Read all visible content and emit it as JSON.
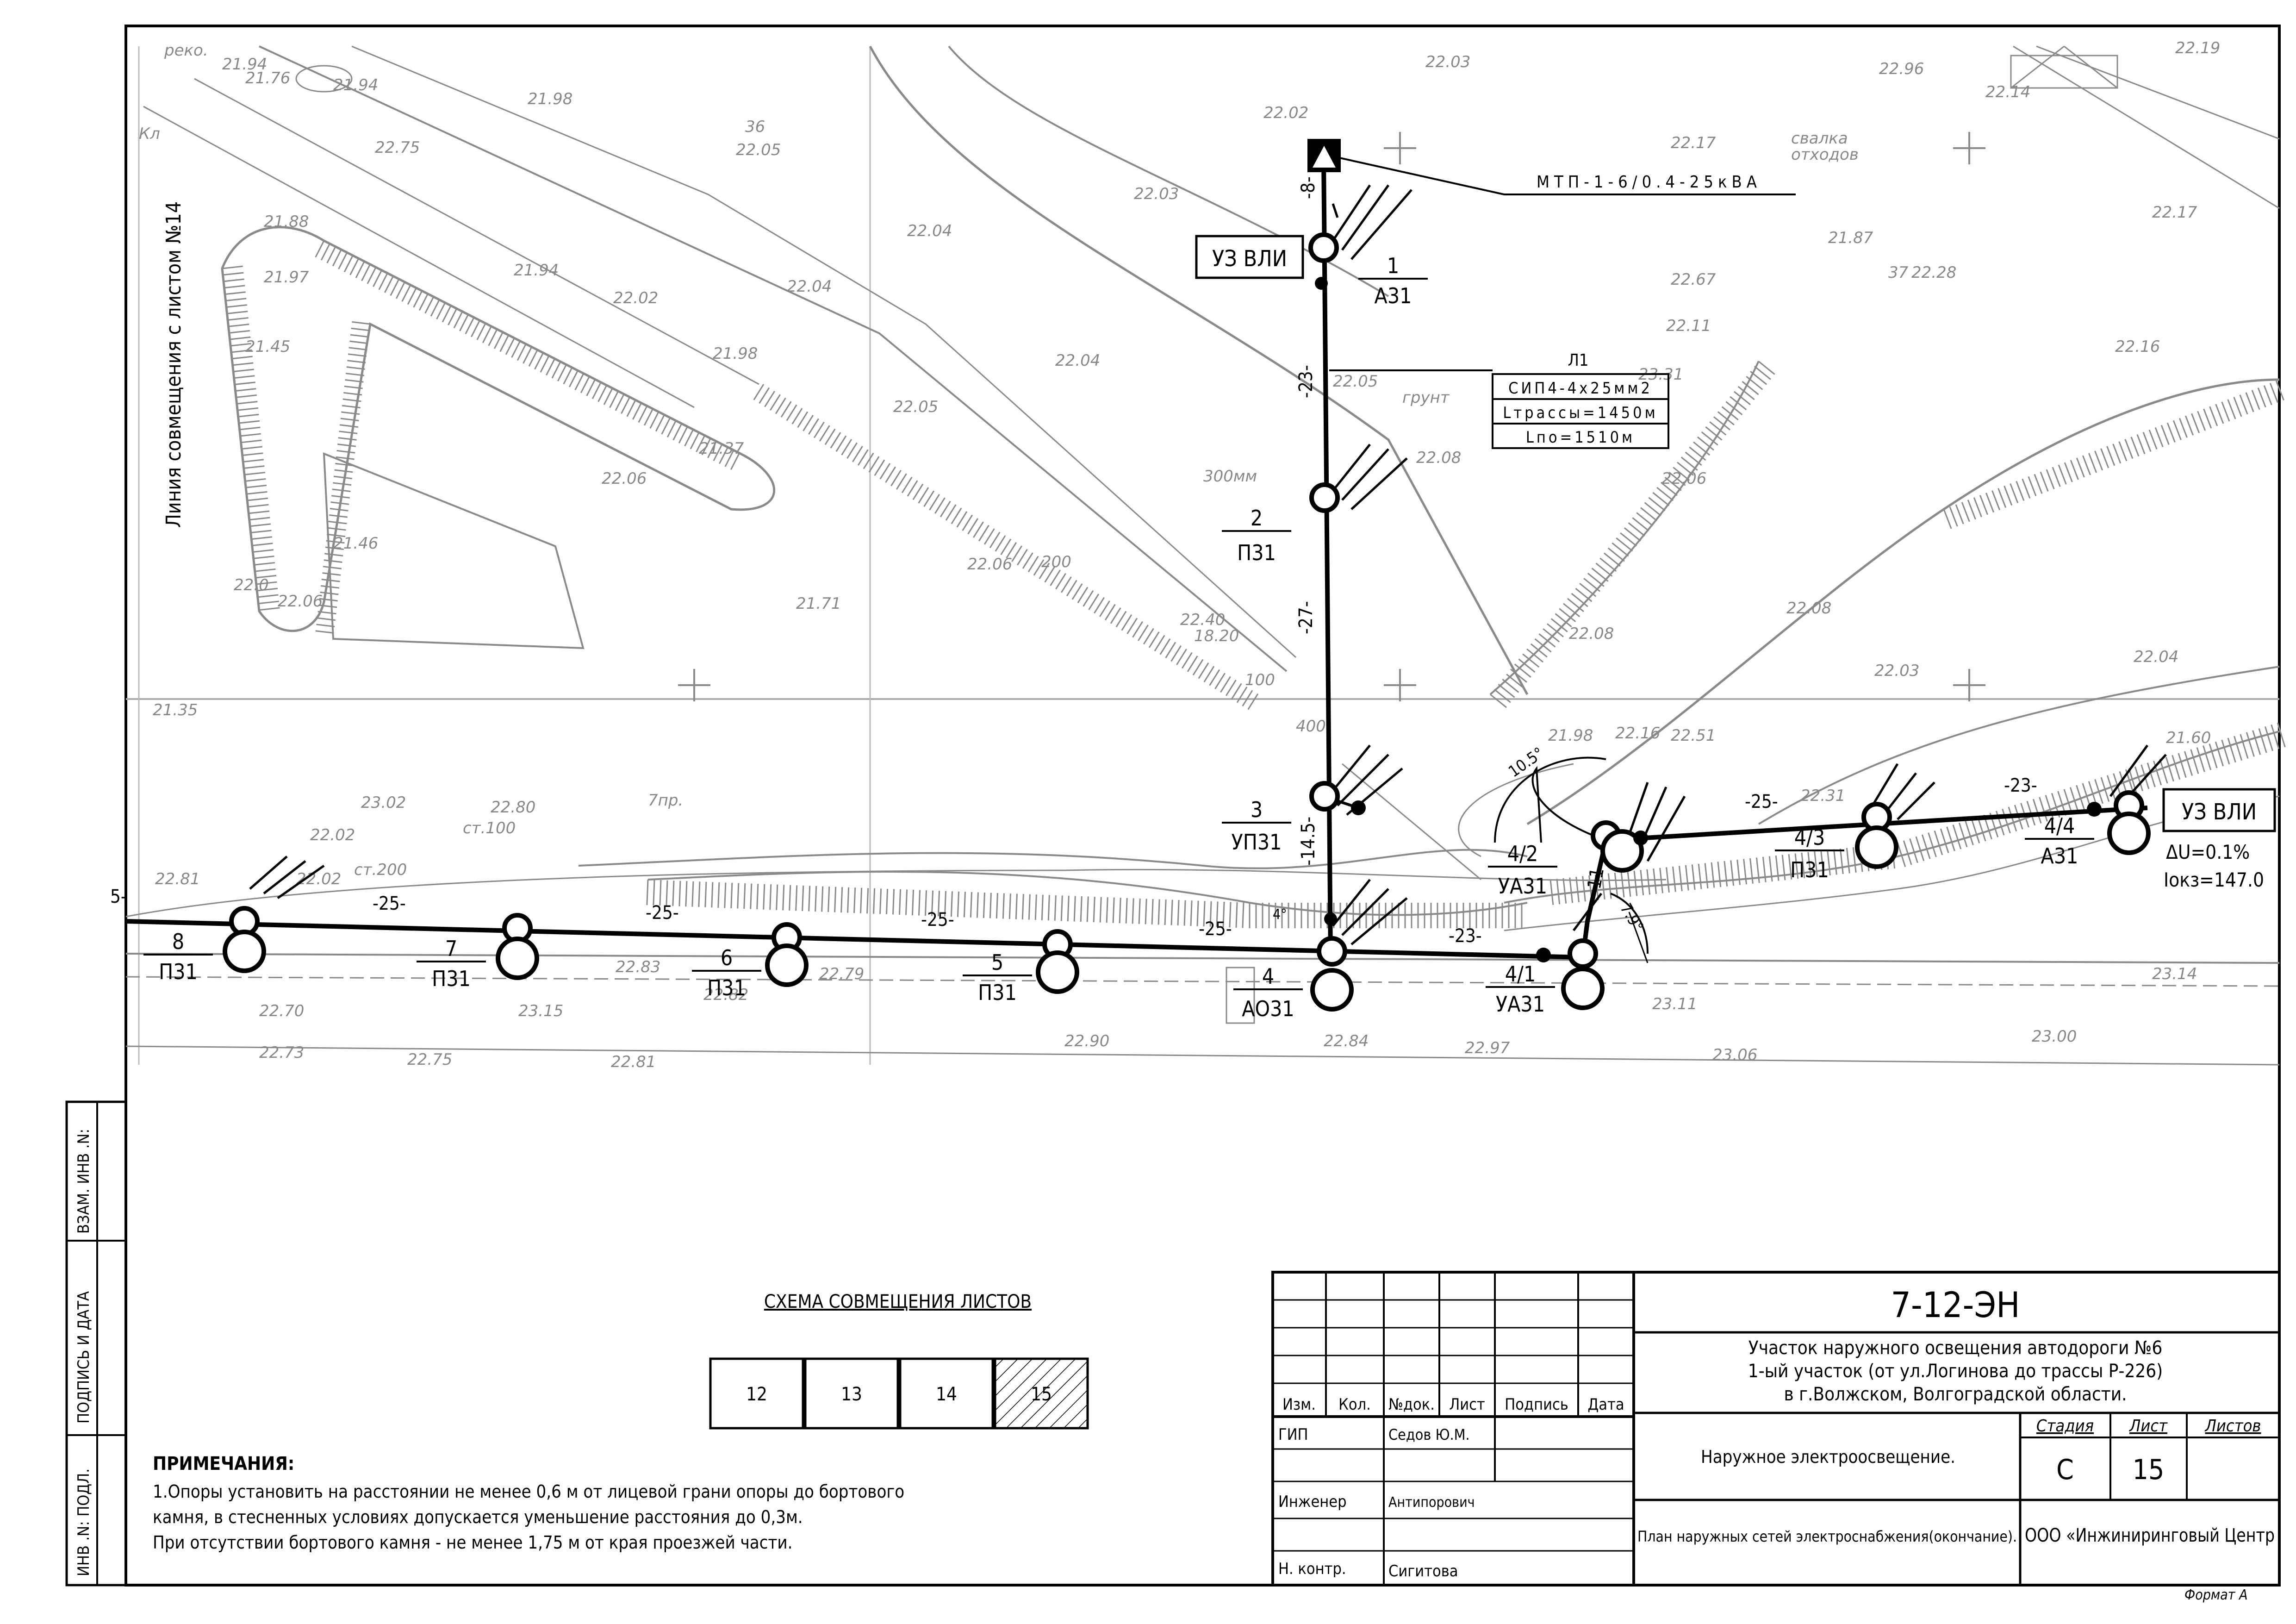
{
  "sheet": {
    "code": "7-12-ЭН",
    "title_lines": [
      "Участок наружного освещения автодороги №6",
      "1-ый участок (от ул.Логинова до трассы Р-226)",
      "в г.Волжском, Волгоградской области."
    ],
    "section": "Наружное электроосвещение.",
    "plan_title": "План наружных сетей электроснабжения(окончание).",
    "company": "ООО «Инжиниринговый Центр",
    "stage_label": "Стадия",
    "sheet_label": "Лист",
    "sheets_label": "Листов",
    "stage": "С",
    "sheet_no": "15",
    "format": "Формат А"
  },
  "stamp": {
    "headers": [
      "Изм.",
      "Кол.",
      "№док.",
      "Лист",
      "Подпись",
      "Дата"
    ],
    "roles": [
      {
        "role": "ГИП",
        "name": "Седов Ю.М."
      },
      {
        "role": "Инженер",
        "name": "Антипорович"
      },
      {
        "role": "Н. контр.",
        "name": "Сигитова"
      }
    ]
  },
  "side_stamp": [
    "ВЗАМ. ИНВ .N:",
    "ПОДПИСЬ И ДАТА",
    "ИНВ .N: ПОДЛ."
  ],
  "match_line": "Линия совмещения с листом №14",
  "scheme": {
    "title": "СХЕМА СОВМЕЩЕНИЯ ЛИСТОВ",
    "sheets": [
      "12",
      "13",
      "14",
      "15"
    ]
  },
  "notes": {
    "title": "ПРИМЕЧАНИЯ:",
    "lines": [
      "1.Опоры установить на расстоянии не менее 0,6 м от лицевой грани опоры  до бортового",
      "камня, в стесненных условиях допускается уменьшение расстояния до 0,3м.",
      "При отсутствии бортового камня - не менее 1,75 м от края проезжей части."
    ]
  },
  "network": {
    "transformer": "МТП-1-6/0.4-25кВА",
    "node_left": "УЗ ВЛИ",
    "node_right": "УЗ ВЛИ",
    "voltage_drop": "ΔU=0.1%",
    "short_circuit": "Iокз=147.0",
    "line": {
      "name": "Л1",
      "cable": "СИП4-4х25мм2",
      "route_len": "Lтрассы=1450м",
      "len": "Lпо=1510м"
    },
    "poles": [
      {
        "num": "1",
        "type": "А31"
      },
      {
        "num": "2",
        "type": "П31"
      },
      {
        "num": "3",
        "type": "УП31"
      },
      {
        "num": "4",
        "type": "АО31"
      },
      {
        "num": "5",
        "type": "П31"
      },
      {
        "num": "6",
        "type": "П31"
      },
      {
        "num": "7",
        "type": "П31"
      },
      {
        "num": "8",
        "type": "П31"
      },
      {
        "num": "4/1",
        "type": "УА31"
      },
      {
        "num": "4/2",
        "type": "УА31"
      },
      {
        "num": "4/3",
        "type": "П31"
      },
      {
        "num": "4/4",
        "type": "А31"
      }
    ],
    "spans": [
      "-8-",
      "-23-",
      "-27-",
      "-14.5-",
      "-25-",
      "-25-",
      "-25-",
      "-25-",
      "-25-",
      "-23-",
      "-11-",
      "-25-",
      "-23-",
      "5-"
    ],
    "angles": [
      "10.5°",
      "7.9°",
      "4°"
    ]
  },
  "topo_labels": [
    "21.94",
    "21.76",
    "21.94",
    "21.98",
    "22.05",
    "36",
    "22.03",
    "22.02",
    "22.96",
    "22.14",
    "22.19",
    "22.17",
    "свалка",
    "отходов",
    "22.03",
    "22.04",
    "21.88",
    "21.97",
    "21.94",
    "22.02",
    "22.04",
    "22.67",
    "21.87",
    "22.28",
    "37",
    "22.17",
    "21.45",
    "21.98",
    "22.04",
    "22.11",
    "22.05",
    "22.05",
    "грунт",
    "23.31",
    "22.16",
    "22.08",
    "21.37",
    "22.06",
    "22.06",
    "22.06",
    "21.46",
    "22.0",
    "22.06",
    "22.08",
    "21.71",
    "22.40",
    "18.20",
    "22.08",
    "22.03",
    "22.04",
    "21.35",
    "21.98",
    "22.16",
    "22.51",
    "22.31",
    "21.60",
    "23.02",
    "22.02",
    "22.02",
    "22.81",
    "22.80",
    "22.83",
    "22.82",
    "22.79",
    "22.90",
    "22.84",
    "22.97",
    "23.06",
    "23.11",
    "23.00",
    "23.14",
    "23.15",
    "22.75",
    "22.73",
    "22.70",
    "22.81",
    "22.75",
    "300мм",
    "200",
    "100",
    "400",
    "7пр.",
    "ст.100",
    "ст.200",
    "реко.",
    "Кл"
  ]
}
